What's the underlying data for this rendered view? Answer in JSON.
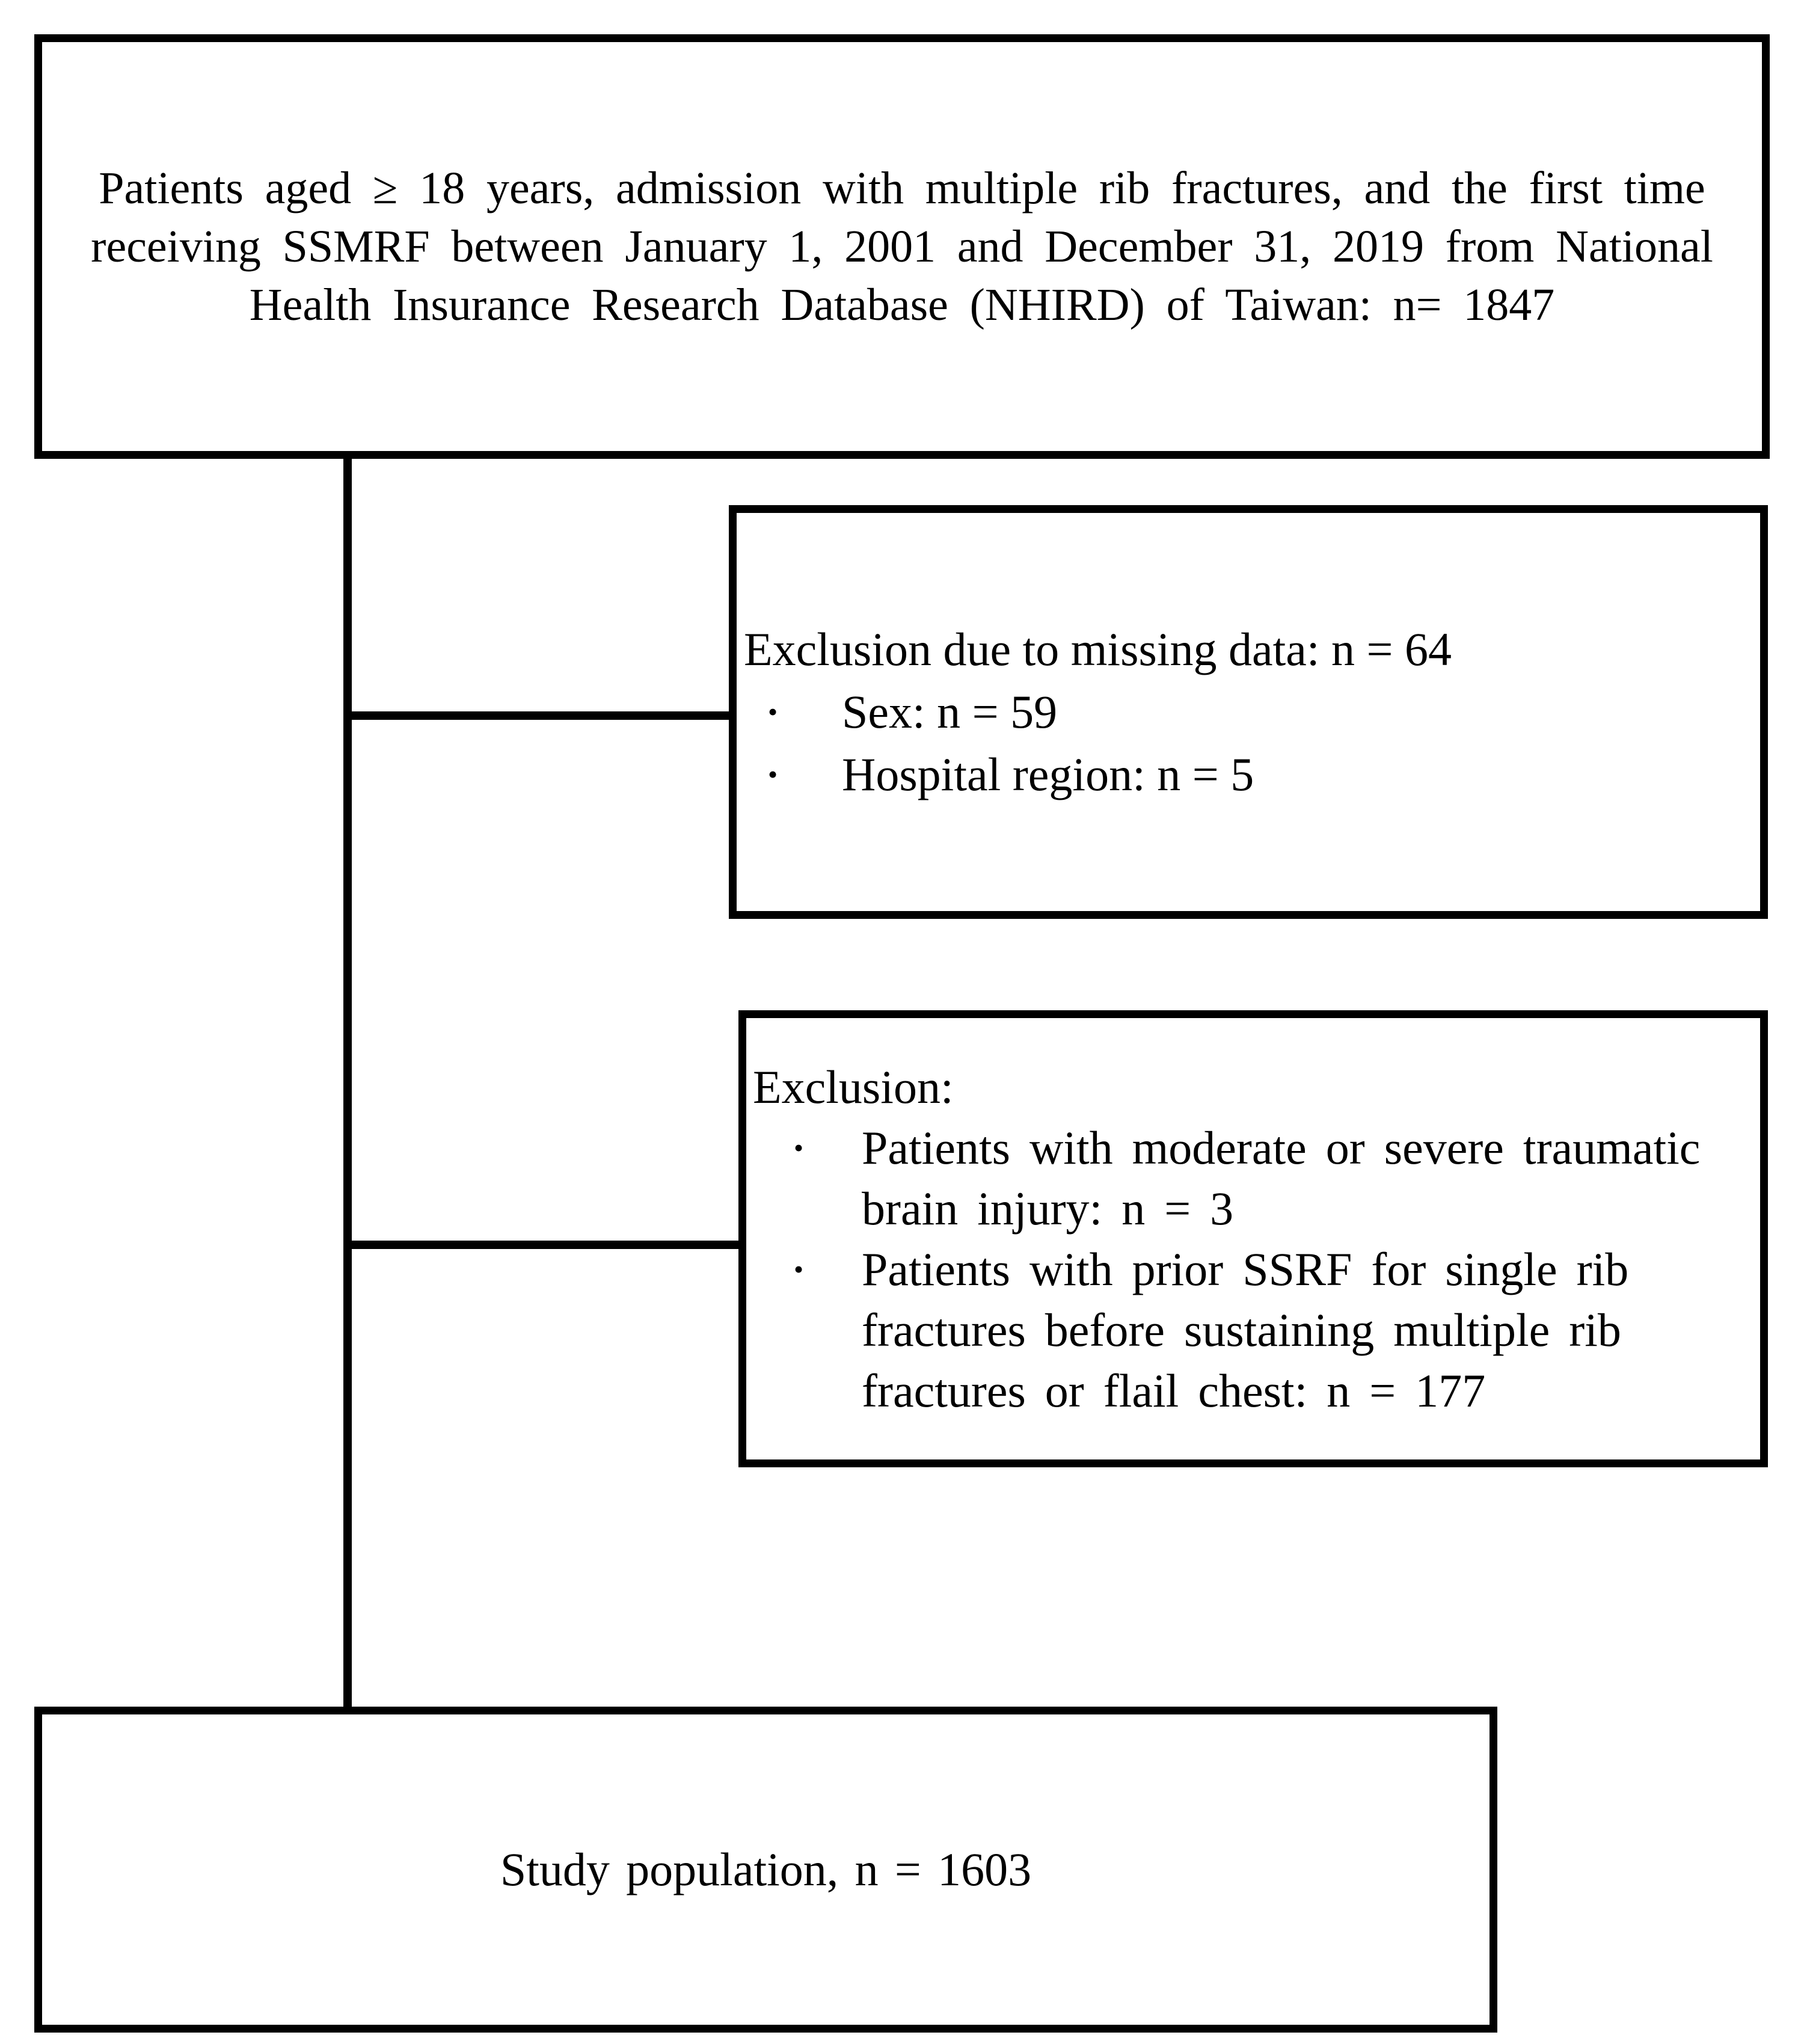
{
  "diagram": {
    "top_box": {
      "lines": [
        "Patients aged ≥ 18 years, admission with multiple rib fractures, and the first time",
        "receiving SSMRF between January 1, 2001 and December 31, 2019 from National",
        "Health Insurance Research Database (NHIRD) of Taiwan: n= 1847"
      ]
    },
    "exclusion_box_1": {
      "heading": "Exclusion due to missing data: n = 64",
      "bullets": [
        {
          "lines": [
            "Sex: n = 59"
          ]
        },
        {
          "lines": [
            "Hospital region: n = 5"
          ]
        }
      ]
    },
    "exclusion_box_2": {
      "heading": "Exclusion:",
      "bullets": [
        {
          "lines": [
            "Patients with moderate or severe traumatic",
            "brain injury: n = 3"
          ]
        },
        {
          "lines": [
            "Patients with prior SSRF for single rib",
            "fractures before sustaining multiple rib",
            "fractures or flail chest: n = 177"
          ]
        }
      ]
    },
    "bottom_box": {
      "label": "Study population, n = 1603"
    },
    "glyphs": {
      "bullet": "•"
    },
    "colors": {
      "border": "#000000",
      "background": "#ffffff",
      "text": "#000000"
    }
  }
}
